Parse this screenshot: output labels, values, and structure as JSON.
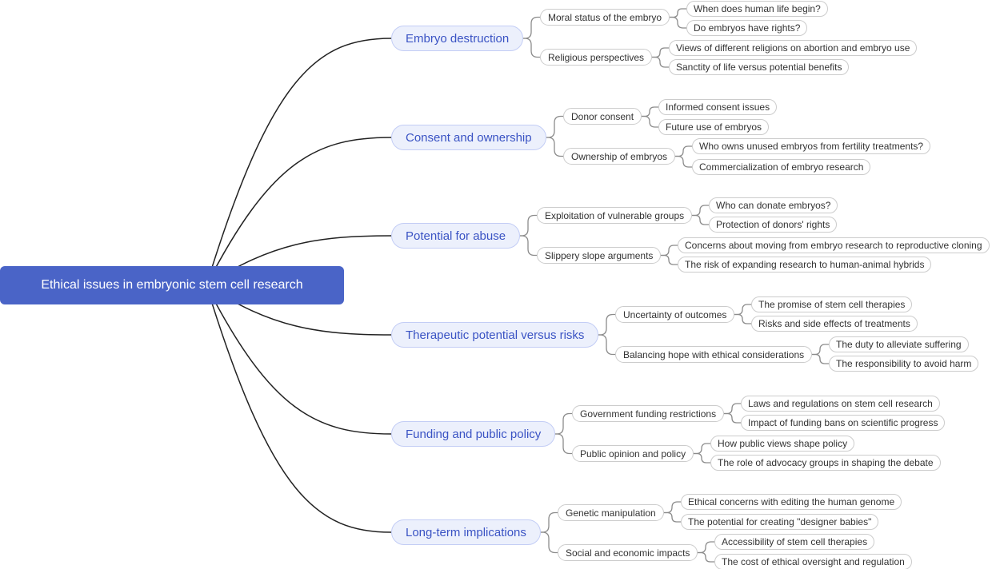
{
  "map": {
    "root": {
      "label": "Ethical issues in embryonic stem cell research"
    },
    "branches": [
      {
        "label": "Embryo destruction",
        "children": [
          {
            "label": "Moral status of the embryo",
            "children": [
              {
                "label": "When does human life begin?"
              },
              {
                "label": "Do embryos have rights?"
              }
            ]
          },
          {
            "label": "Religious perspectives",
            "children": [
              {
                "label": "Views of different religions on abortion and embryo use"
              },
              {
                "label": "Sanctity of life versus potential benefits"
              }
            ]
          }
        ]
      },
      {
        "label": "Consent and ownership",
        "children": [
          {
            "label": "Donor consent",
            "children": [
              {
                "label": "Informed consent issues"
              },
              {
                "label": "Future use of embryos"
              }
            ]
          },
          {
            "label": "Ownership of embryos",
            "children": [
              {
                "label": "Who owns unused embryos from fertility treatments?"
              },
              {
                "label": "Commercialization of embryo research"
              }
            ]
          }
        ]
      },
      {
        "label": "Potential for abuse",
        "children": [
          {
            "label": "Exploitation of vulnerable groups",
            "children": [
              {
                "label": "Who can donate embryos?"
              },
              {
                "label": "Protection of donors' rights"
              }
            ]
          },
          {
            "label": "Slippery slope arguments",
            "children": [
              {
                "label": "Concerns about moving from embryo research to reproductive cloning"
              },
              {
                "label": "The risk of expanding research to human-animal hybrids"
              }
            ]
          }
        ]
      },
      {
        "label": "Therapeutic potential versus risks",
        "children": [
          {
            "label": "Uncertainty of outcomes",
            "children": [
              {
                "label": "The promise of stem cell therapies"
              },
              {
                "label": "Risks and side effects of treatments"
              }
            ]
          },
          {
            "label": "Balancing hope with ethical considerations",
            "children": [
              {
                "label": "The duty to alleviate suffering"
              },
              {
                "label": "The responsibility to avoid harm"
              }
            ]
          }
        ]
      },
      {
        "label": "Funding and public policy",
        "children": [
          {
            "label": "Government funding restrictions",
            "children": [
              {
                "label": "Laws and regulations on stem cell research"
              },
              {
                "label": "Impact of funding bans on scientific progress"
              }
            ]
          },
          {
            "label": "Public opinion and policy",
            "children": [
              {
                "label": "How public views shape policy"
              },
              {
                "label": "The role of advocacy groups in shaping the debate"
              }
            ]
          }
        ]
      },
      {
        "label": "Long-term implications",
        "children": [
          {
            "label": "Genetic manipulation",
            "children": [
              {
                "label": "Ethical concerns with editing the human genome"
              },
              {
                "label": "The potential for creating \"designer babies\""
              }
            ]
          },
          {
            "label": "Social and economic impacts",
            "children": [
              {
                "label": "Accessibility of stem cell therapies"
              },
              {
                "label": "The cost of ethical oversight and regulation"
              }
            ]
          }
        ]
      }
    ],
    "colors": {
      "root_bg": "#4a64c7",
      "root_text": "#ffffff",
      "branch_bg": "#ecf0fc",
      "branch_border": "#c3cdf5",
      "branch_text": "#3a53c4",
      "leaf_border": "#cccccc",
      "leaf_text": "#333333",
      "root_link": "#222222",
      "child_link": "#8c8c8c"
    }
  }
}
